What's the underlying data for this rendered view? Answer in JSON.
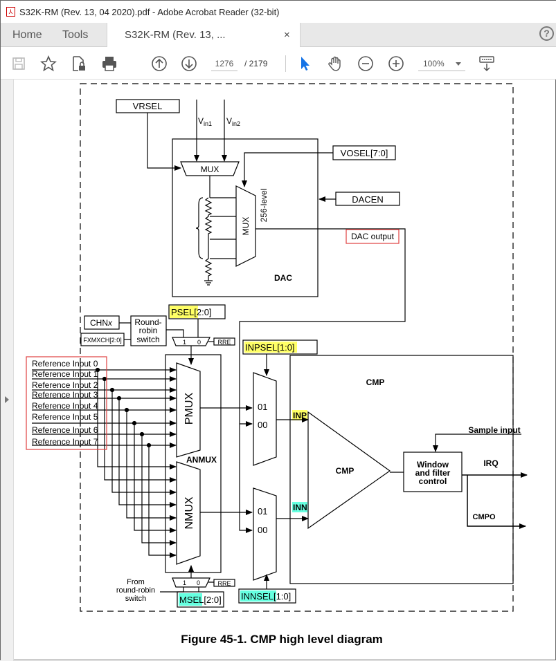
{
  "window": {
    "title": "S32K-RM (Rev. 13, 04 2020).pdf - Adobe Acrobat Reader (32-bit)",
    "icon": "pdf-icon"
  },
  "tabs": {
    "home": "Home",
    "tools": "Tools",
    "document": "S32K-RM (Rev. 13, ...",
    "close": "×",
    "help": "?"
  },
  "toolbar": {
    "icons": [
      "save-icon",
      "bookmark-star-icon",
      "document-lock-icon",
      "print-icon",
      "page-up-icon",
      "page-down-icon",
      "select-cursor-icon",
      "hand-icon",
      "zoom-out-icon",
      "zoom-in-icon",
      "keyboard-scroll-icon"
    ],
    "page_current": "1276",
    "page_total": "/ 2179",
    "zoom": "100%",
    "accent": "#1473e6"
  },
  "diagram": {
    "vrsel": "VRSEL",
    "vin1": "V",
    "vin1_sub": "in1",
    "vin2": "V",
    "vin2_sub": "in2",
    "mux": "MUX",
    "vosel": "VOSEL[7:0]",
    "dacen": "DACEN",
    "dac_mux": "MUX",
    "level": "256-level",
    "dac": "DAC",
    "dac_output": "DAC output",
    "psel": "PSEL",
    "psel_bits": "[2:0]",
    "chnx": "CHN",
    "chnx_italic": "x",
    "round_robin": [
      "Round-",
      "robin",
      "switch"
    ],
    "fxmxch": "FXMXCH[2:0]",
    "sel1": "1",
    "sel0": "0",
    "rre": "RRE",
    "ref_inputs": [
      "Reference Input 0",
      "Reference Input 1",
      "Reference Input 2",
      "Reference Input 3",
      "Reference Input 4",
      "Reference Input 5",
      "Reference Input 6",
      "Reference Input 7"
    ],
    "pmux": "PMUX",
    "nmux": "NMUX",
    "anmux": "ANMUX",
    "inpsel": "INPSEL",
    "inpsel_bits": "[1:0]",
    "innsel": "INNSEL",
    "innsel_bits": "[1:0]",
    "in01": "01",
    "in00": "00",
    "cmp_box": "CMP",
    "cmp": "CMP",
    "inp": "INP",
    "inn": "INN",
    "sample_input": "Sample input",
    "window_filter": [
      "Window",
      "and filter",
      "control"
    ],
    "irq": "IRQ",
    "cmpo": "CMPO",
    "from_rr": [
      "From",
      "round-robin",
      "switch"
    ],
    "msel": "MSEL",
    "msel_bits": "[2:0]",
    "highlight_yellow": "#ffff66",
    "highlight_cyan": "#66ffe0",
    "callout_red": "#e04040"
  },
  "caption": "Figure 45-1. CMP high level diagram"
}
